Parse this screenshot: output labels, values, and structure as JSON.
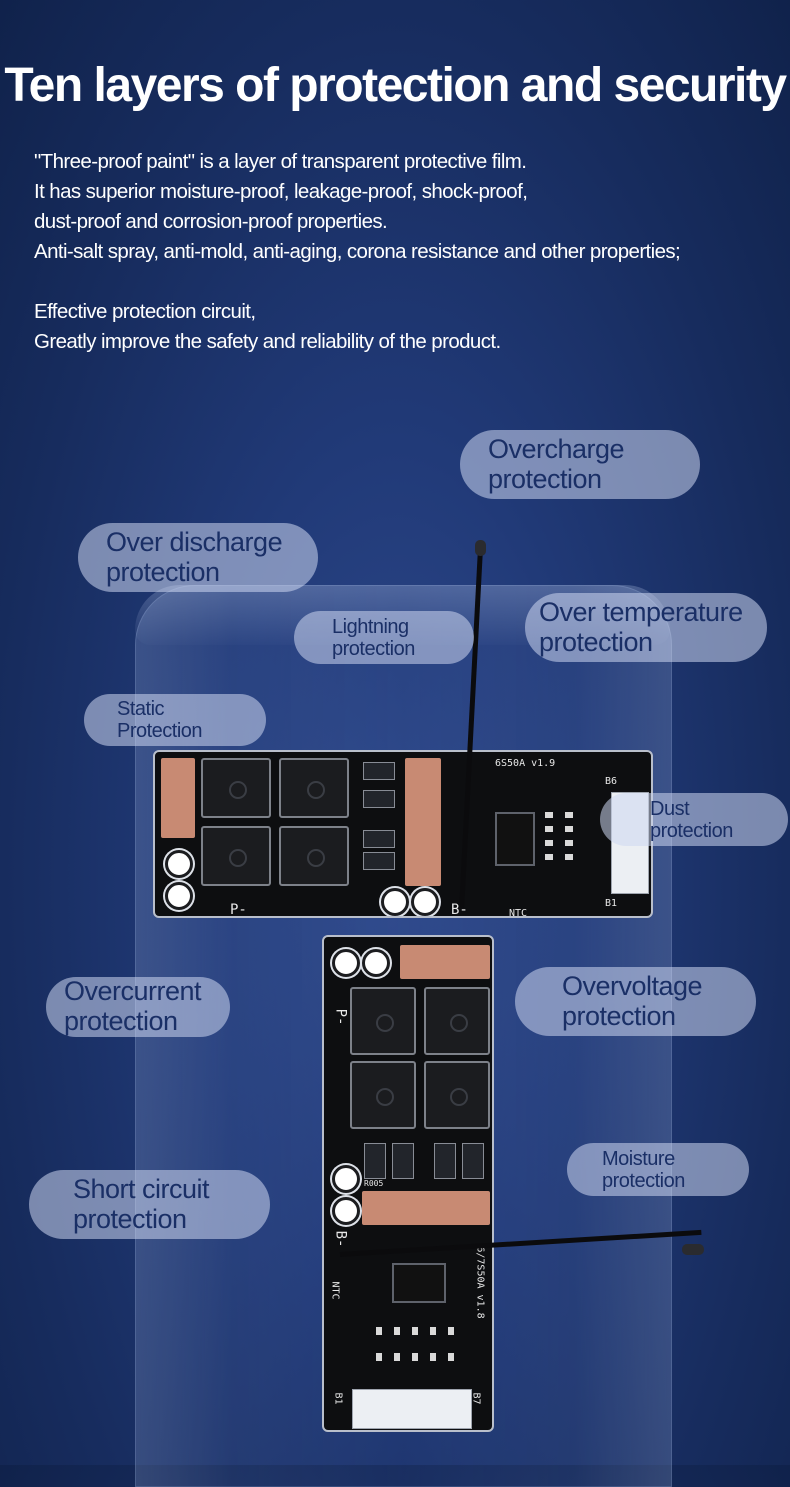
{
  "title": "Ten layers of protection and security",
  "intro": {
    "lines": [
      "\"Three-proof paint\" is a layer of transparent protective film.",
      "It has superior moisture-proof, leakage-proof, shock-proof,",
      "dust-proof and corrosion-proof properties.",
      "Anti-salt spray, anti-mold, anti-aging, corona resistance and other properties;"
    ],
    "lines2": [
      "Effective protection circuit,",
      "Greatly improve the safety and reliability of the product."
    ]
  },
  "labels": {
    "overcharge": [
      "Overcharge",
      "protection"
    ],
    "over_discharge": [
      "Over discharge",
      "protection"
    ],
    "lightning": [
      "Lightning",
      "protection"
    ],
    "over_temperature": [
      "Over temperature",
      "protection"
    ],
    "static": [
      "Static",
      "Protection"
    ],
    "dust": [
      "Dust",
      "protection"
    ],
    "overcurrent": [
      "Overcurrent",
      "protection"
    ],
    "overvoltage": [
      "Overvoltage",
      "protection"
    ],
    "moisture": [
      "Moisture",
      "protection"
    ],
    "short_circuit": [
      "Short circuit",
      "protection"
    ]
  },
  "board1": {
    "model": "6S50A v1.9",
    "b6": "B6",
    "b1": "B1",
    "p": "P-",
    "b": "B-",
    "ntc": "NTC"
  },
  "board2": {
    "model": "6/7S50A v1.8",
    "p": "P-",
    "b": "B-",
    "ntc": "NTC",
    "b1": "B1",
    "b7": "B7",
    "r": "R005"
  },
  "colors": {
    "background": "#213a78",
    "pill": "#c9d3ee",
    "pill_text": "#1a2f66",
    "copper": "#c88a73"
  }
}
